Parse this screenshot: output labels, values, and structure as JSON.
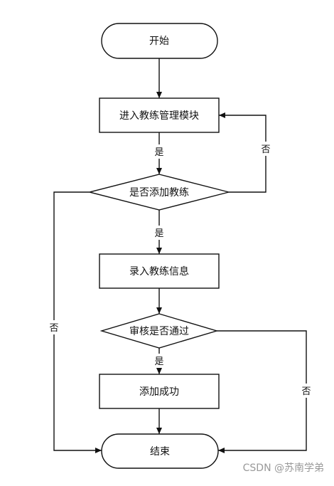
{
  "nodes": {
    "start": "开始",
    "enter_module": "进入教练管理模块",
    "decide_add": "是否添加教练",
    "input_info": "录入教练信息",
    "decide_review": "审核是否通过",
    "success": "添加成功",
    "end": "结束"
  },
  "edge_labels": {
    "add_yes": "是",
    "add_no_left": "否",
    "add_no_right": "否",
    "review_yes": "是",
    "review_no": "否"
  },
  "watermark": "CSDN @苏南学弟"
}
